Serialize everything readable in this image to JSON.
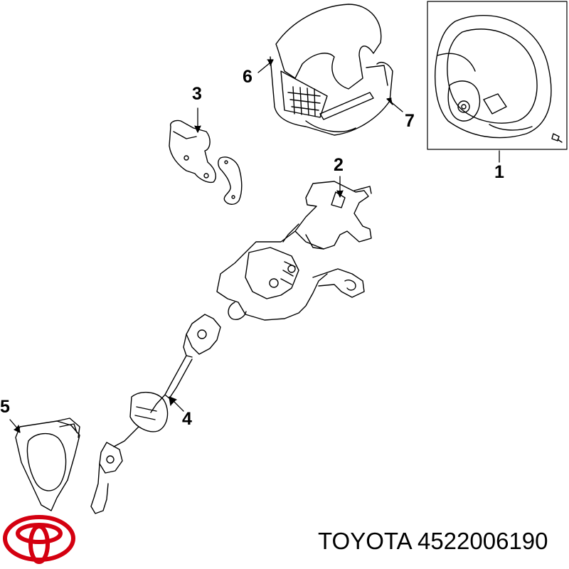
{
  "callouts": {
    "c1": "1",
    "c2": "2",
    "c3": "3",
    "c4": "4",
    "c5": "5",
    "c6": "6",
    "c7": "7"
  },
  "part_number_label": "TOYOTA 4522006190",
  "logo": {
    "brand": "Toyota",
    "color": "#d40010"
  },
  "line_color": "#000000"
}
